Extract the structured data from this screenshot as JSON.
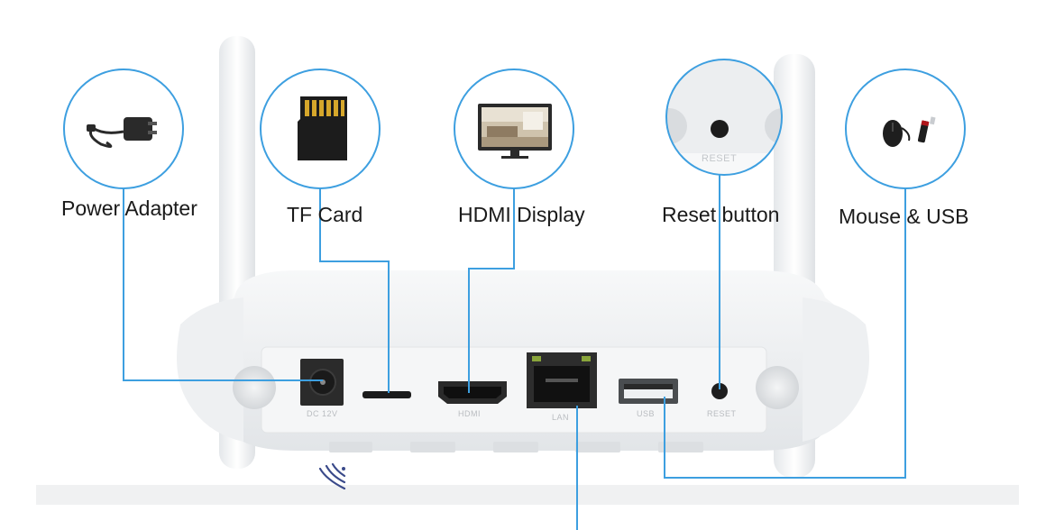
{
  "callouts": {
    "power_adapter": "Power Adapter",
    "tf_card": "TF Card",
    "hdmi_display": "HDMI Display",
    "reset_button": "Reset button",
    "mouse_usb": "Mouse & USB"
  },
  "ports": {
    "dc": "DC 12V",
    "hdmi": "HDMI",
    "lan": "LAN",
    "usb": "USB",
    "reset": "RESET"
  },
  "zoom_reset_text": "RESET",
  "colors": {
    "callout_line": "#3d9fe0",
    "device_body": "#eef0f2",
    "port_panel": "#f4f5f6"
  },
  "icons": [
    "power-adapter-icon",
    "sd-card-icon",
    "monitor-icon",
    "reset-hole-icon",
    "mouse-usb-icon",
    "wifi-symbol-icon"
  ]
}
